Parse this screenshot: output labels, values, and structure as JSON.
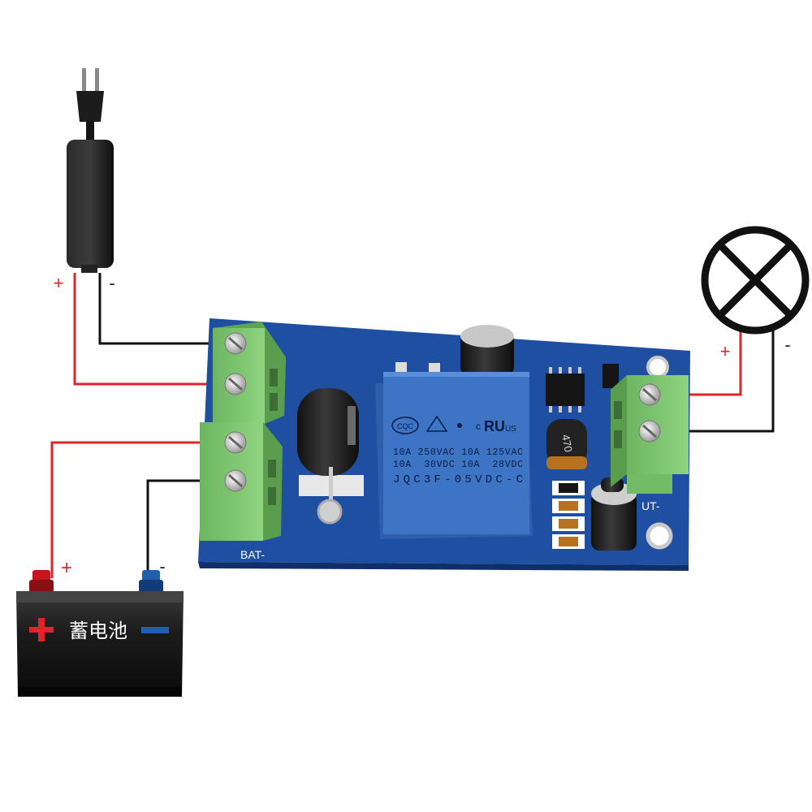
{
  "adapter": {
    "plus": "+",
    "minus": "-"
  },
  "battery": {
    "plus": "+",
    "minus": "-",
    "label": "蓄电池"
  },
  "lamp": {
    "plus": "+",
    "minus": "-"
  },
  "board": {
    "bat_label": "BAT-",
    "out_label": "UT-",
    "relay": {
      "brand": "CQC",
      "cert": "c",
      "cert2": "US",
      "line1": "10A 250VAC 10A 125VAC",
      "line2": "10A  30VDC 10A  28VDC",
      "model": "JQC3F-05VDC-C"
    },
    "inductor": "470"
  },
  "colors": {
    "pcb": "#1f4fa0",
    "terminal": "#7bc46e",
    "relay": "#3d74c4",
    "wire_pos": "#e0242a",
    "wire_neg": "#111111"
  }
}
